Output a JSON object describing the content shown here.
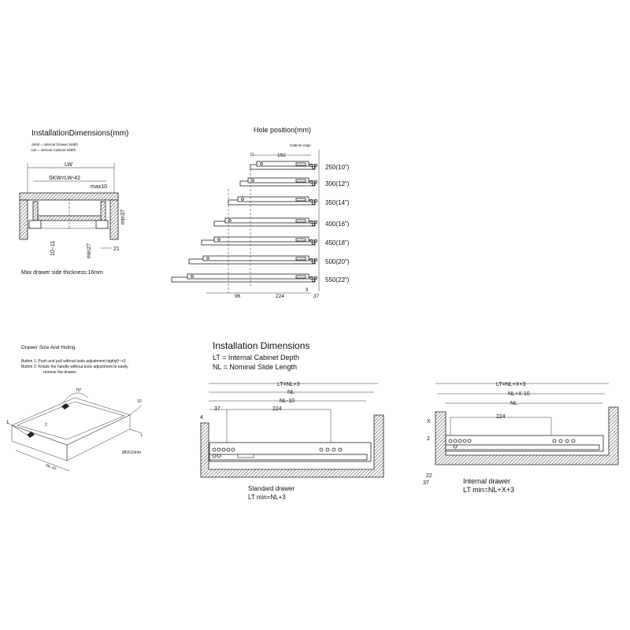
{
  "top_left": {
    "title": "InstallationDimensions(mm)",
    "legend_skw": "SKW = Internal Drawer Width",
    "legend_lw": "LW  = Internal Cabinet Width",
    "dim_lw": "LW",
    "dim_skw": "SKW=LW-42",
    "dim_max10": "max10",
    "dim_min37": "min37",
    "dim_10_11": "10~11",
    "dim_min27": "min27",
    "dim_21": "21",
    "note": "Max drawer side thickness:16mm"
  },
  "hole_position": {
    "title": "Hole position(mm)",
    "cabinet_edge": "Cabinet edge",
    "dim_192": "192",
    "sizes": [
      "250(10\")",
      "300(12\")",
      "350(14\")",
      "400(16\")",
      "450(18\")",
      "500(20\")",
      "550(22\")"
    ],
    "dim_96": "96",
    "dim_224": "224",
    "dim_37": "37",
    "dim_9": "9"
  },
  "drawer_size": {
    "title": "Drawer Size And Holing",
    "button1": "Button  1: Push and pull without tools adjustment highly0~+3",
    "button2a": "Button  2: Rotate the handle without tools adjustment to easily",
    "button2b": "remove the drawer.",
    "label_1": "1",
    "label_2": "2",
    "label_10": "10",
    "label_7": "7",
    "hole_label": "Ø6X10mm",
    "nl10": "NL-10"
  },
  "install_dims": {
    "title": "Installation Dimensions",
    "lt_def": "LT  =  Internal Cabinet Depth",
    "nl_def": "NL  =  Nominal Slide Length"
  },
  "standard_drawer": {
    "lt": "LT=NL+3",
    "nl": "NL",
    "nl10": "NL-10",
    "d37": "37",
    "d224": "224",
    "d4": "4",
    "caption1": "Standard drawer",
    "caption2": "LT min=NL+3"
  },
  "internal_drawer": {
    "lt": "LT=NL+X+3",
    "nlx": "NL+X-10",
    "nl": "NL",
    "d224": "224",
    "x": "X",
    "d2": "2",
    "d22": "22",
    "d37": "37",
    "caption1": "Internal drawer",
    "caption2": "LT min=NL+X+3"
  }
}
